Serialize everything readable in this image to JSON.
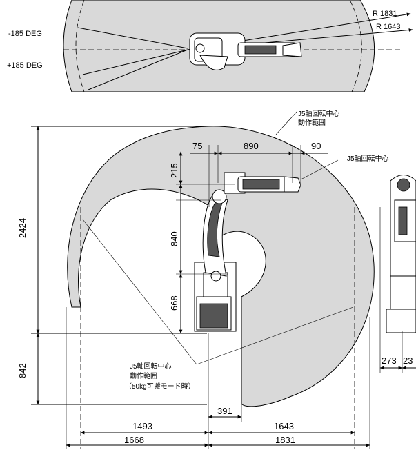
{
  "top_view": {
    "radius_outer": "R 1831",
    "radius_inner": "R 1643",
    "angle_minus": "-185 DEG",
    "angle_plus": "+185 DEG"
  },
  "side_view": {
    "j5_range_label_line1": "J5軸回転中心",
    "j5_range_label_line2": "動作範囲",
    "j5_center_label": "J5軸回転中心",
    "j5_range_50kg_line1": "J5軸回転中心",
    "j5_range_50kg_line2": "動作範囲",
    "j5_range_50kg_line3": "（50kg可搬モード時）",
    "dims": {
      "top_75": "75",
      "top_890": "890",
      "top_90": "90",
      "v_2424": "2424",
      "v_215": "215",
      "v_840": "840",
      "v_668": "668",
      "v_842": "842",
      "h_391": "391",
      "h_1493": "1493",
      "h_1643": "1643",
      "h_1668": "1668",
      "h_1831": "1831"
    }
  },
  "front_view": {
    "dim_273": "273",
    "dim_23": "23"
  }
}
